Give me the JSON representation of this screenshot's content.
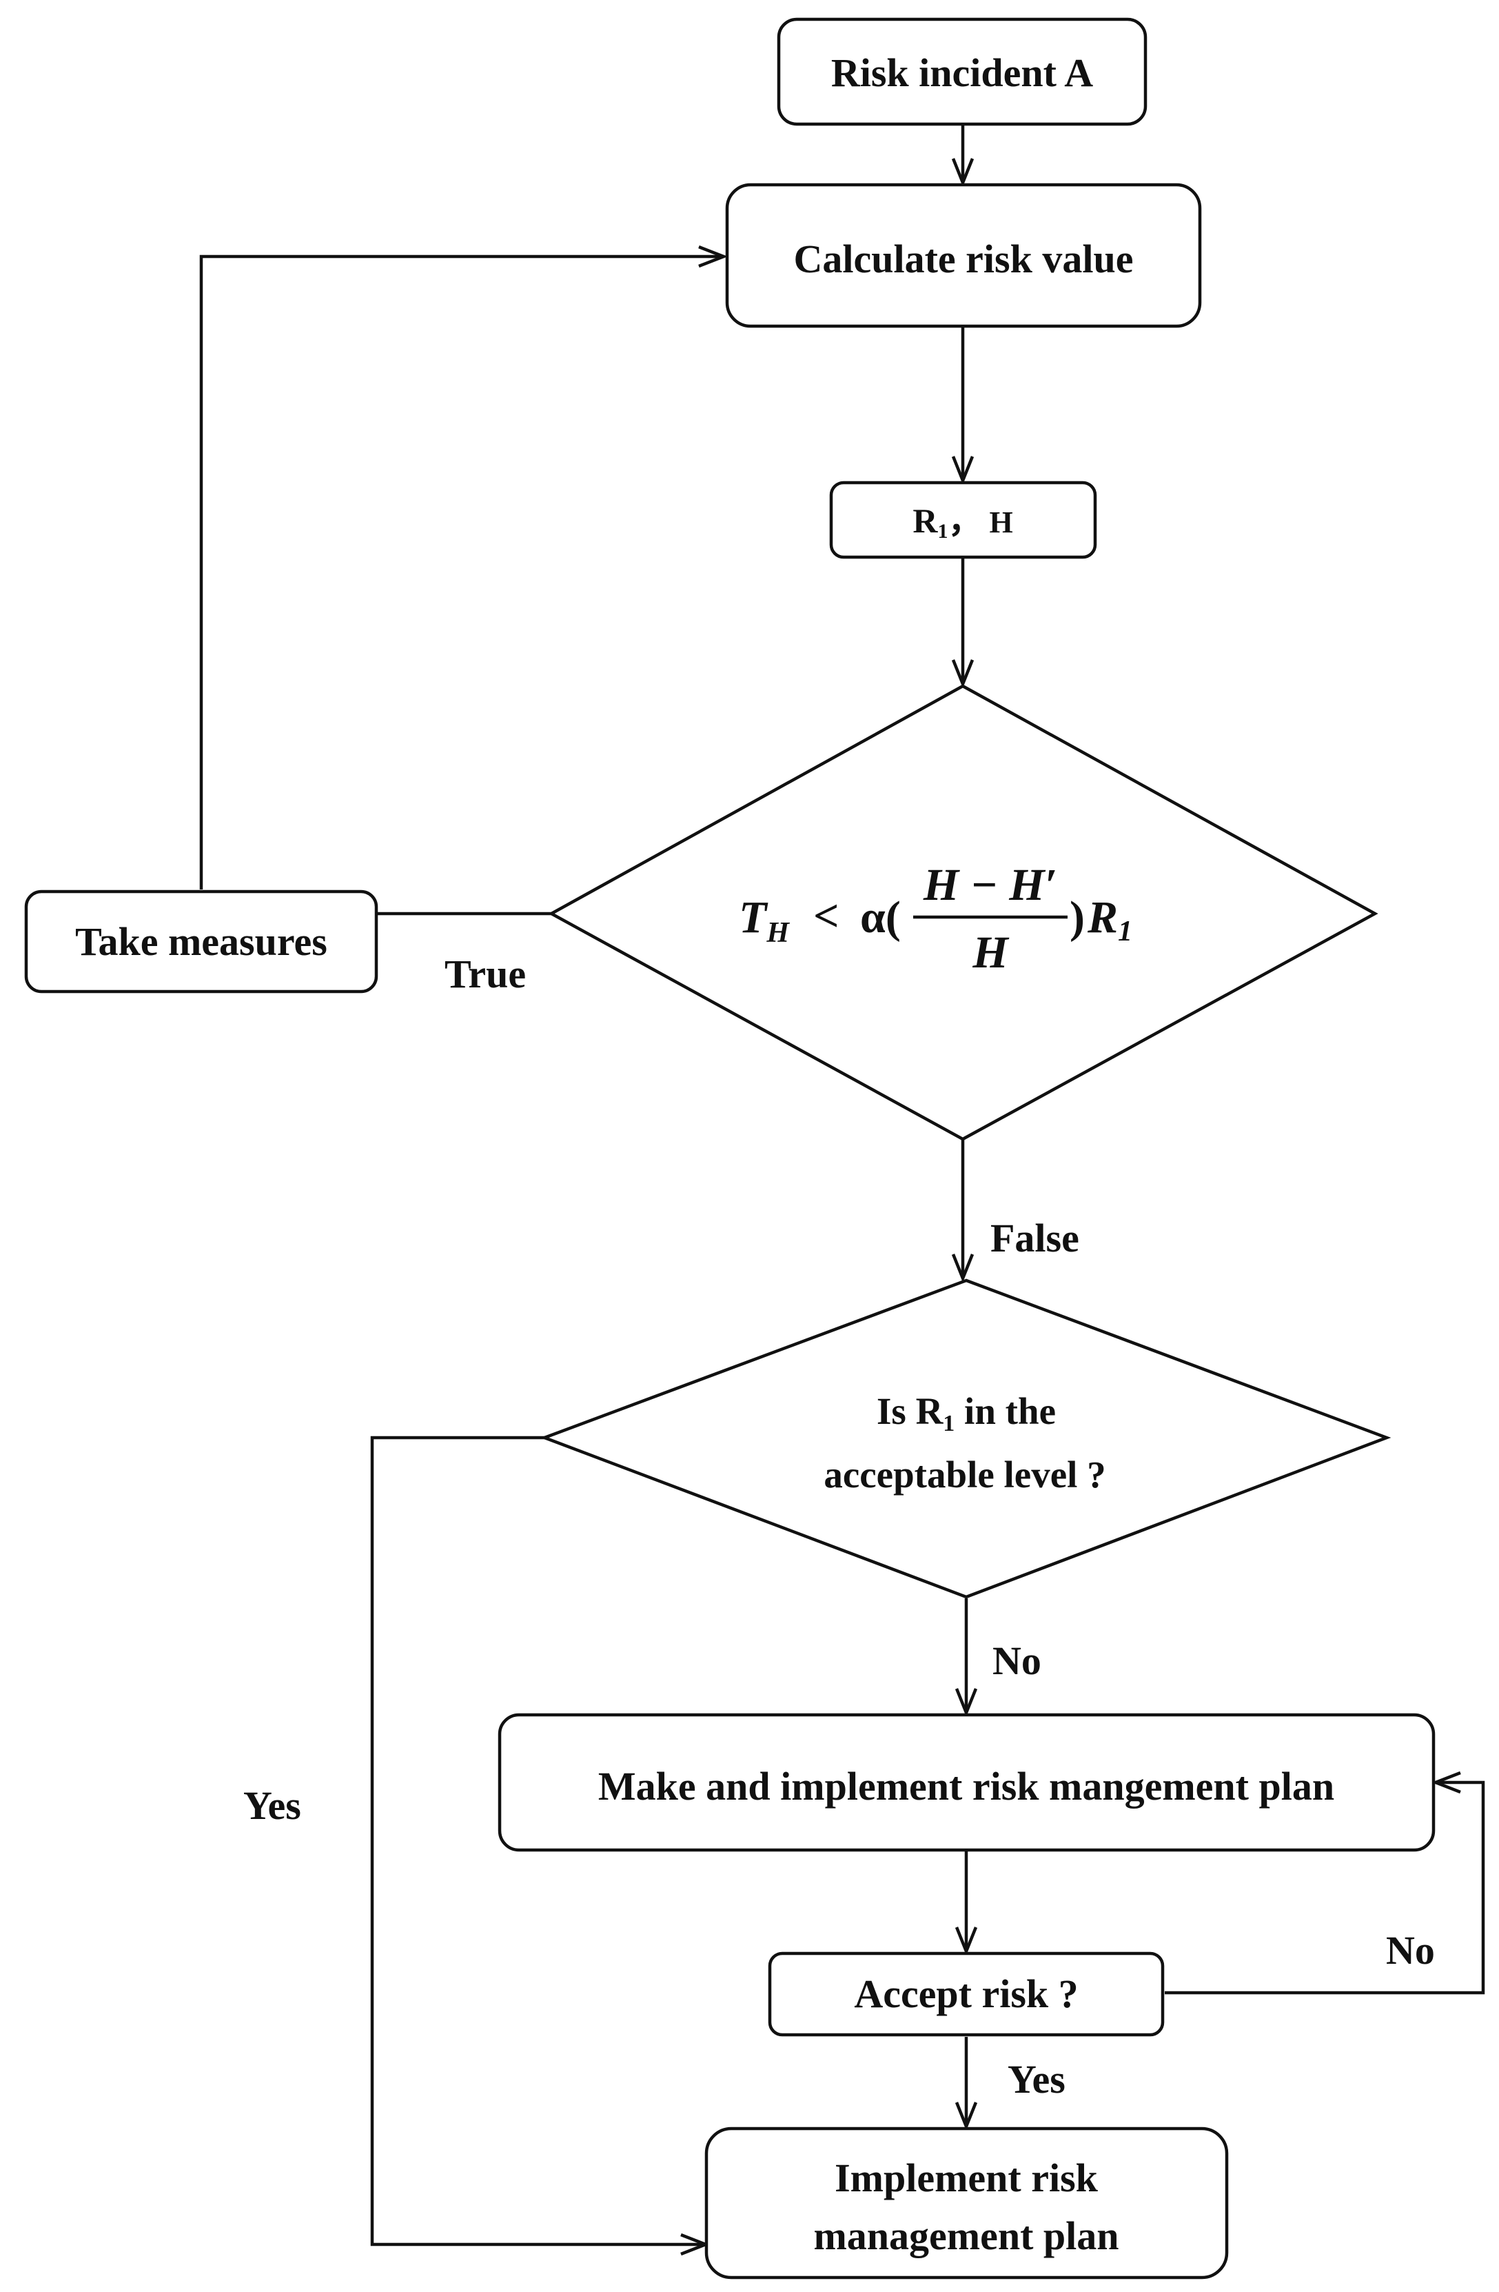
{
  "nodes": {
    "risk_incident": "Risk incident A",
    "calculate": "Calculate risk value",
    "r1_h": {
      "r": "R",
      "sub": "1",
      "sep": "，",
      "h": "H"
    },
    "decision_th": {
      "lhs_main": "T",
      "lhs_sub": "H",
      "op": "<",
      "alpha": "α(",
      "numerator": "H − H′",
      "denominator": "H",
      "close": ")",
      "rhs_main": "R",
      "rhs_sub": "1"
    },
    "take_measures": "Take measures",
    "decision_r1": {
      "line1_pre": "Is R",
      "line1_sub": "1",
      "line1_post": " in the",
      "line2": "acceptable level ?"
    },
    "make_plan": "Make and implement risk mangement plan",
    "accept_risk": "Accept  risk ?",
    "implement_plan": {
      "line1": "Implement risk",
      "line2": "management plan"
    }
  },
  "edges": {
    "true_label": "True",
    "false_label": "False",
    "no_label_1": "No",
    "yes_label_left": "Yes",
    "no_label_loop": "No",
    "yes_label_bottom": "Yes"
  }
}
